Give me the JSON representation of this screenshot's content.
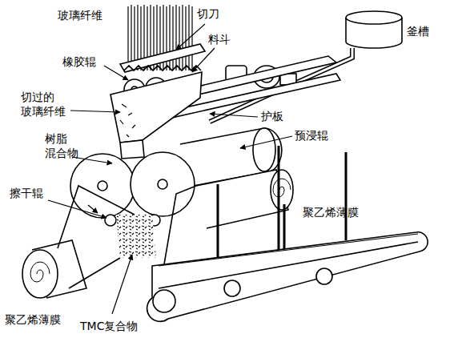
{
  "diagram": {
    "labels": [
      "玻璃纤维",
      "切刀",
      "釜槽",
      "料斗",
      "橡胶辊",
      "切过的 玻璃纤维",
      "护板",
      "树脂 混合物",
      "预浸辊",
      "擦干辊",
      "聚乙烯薄膜",
      "聚乙烯薄膜",
      "TMC复合物"
    ]
  }
}
